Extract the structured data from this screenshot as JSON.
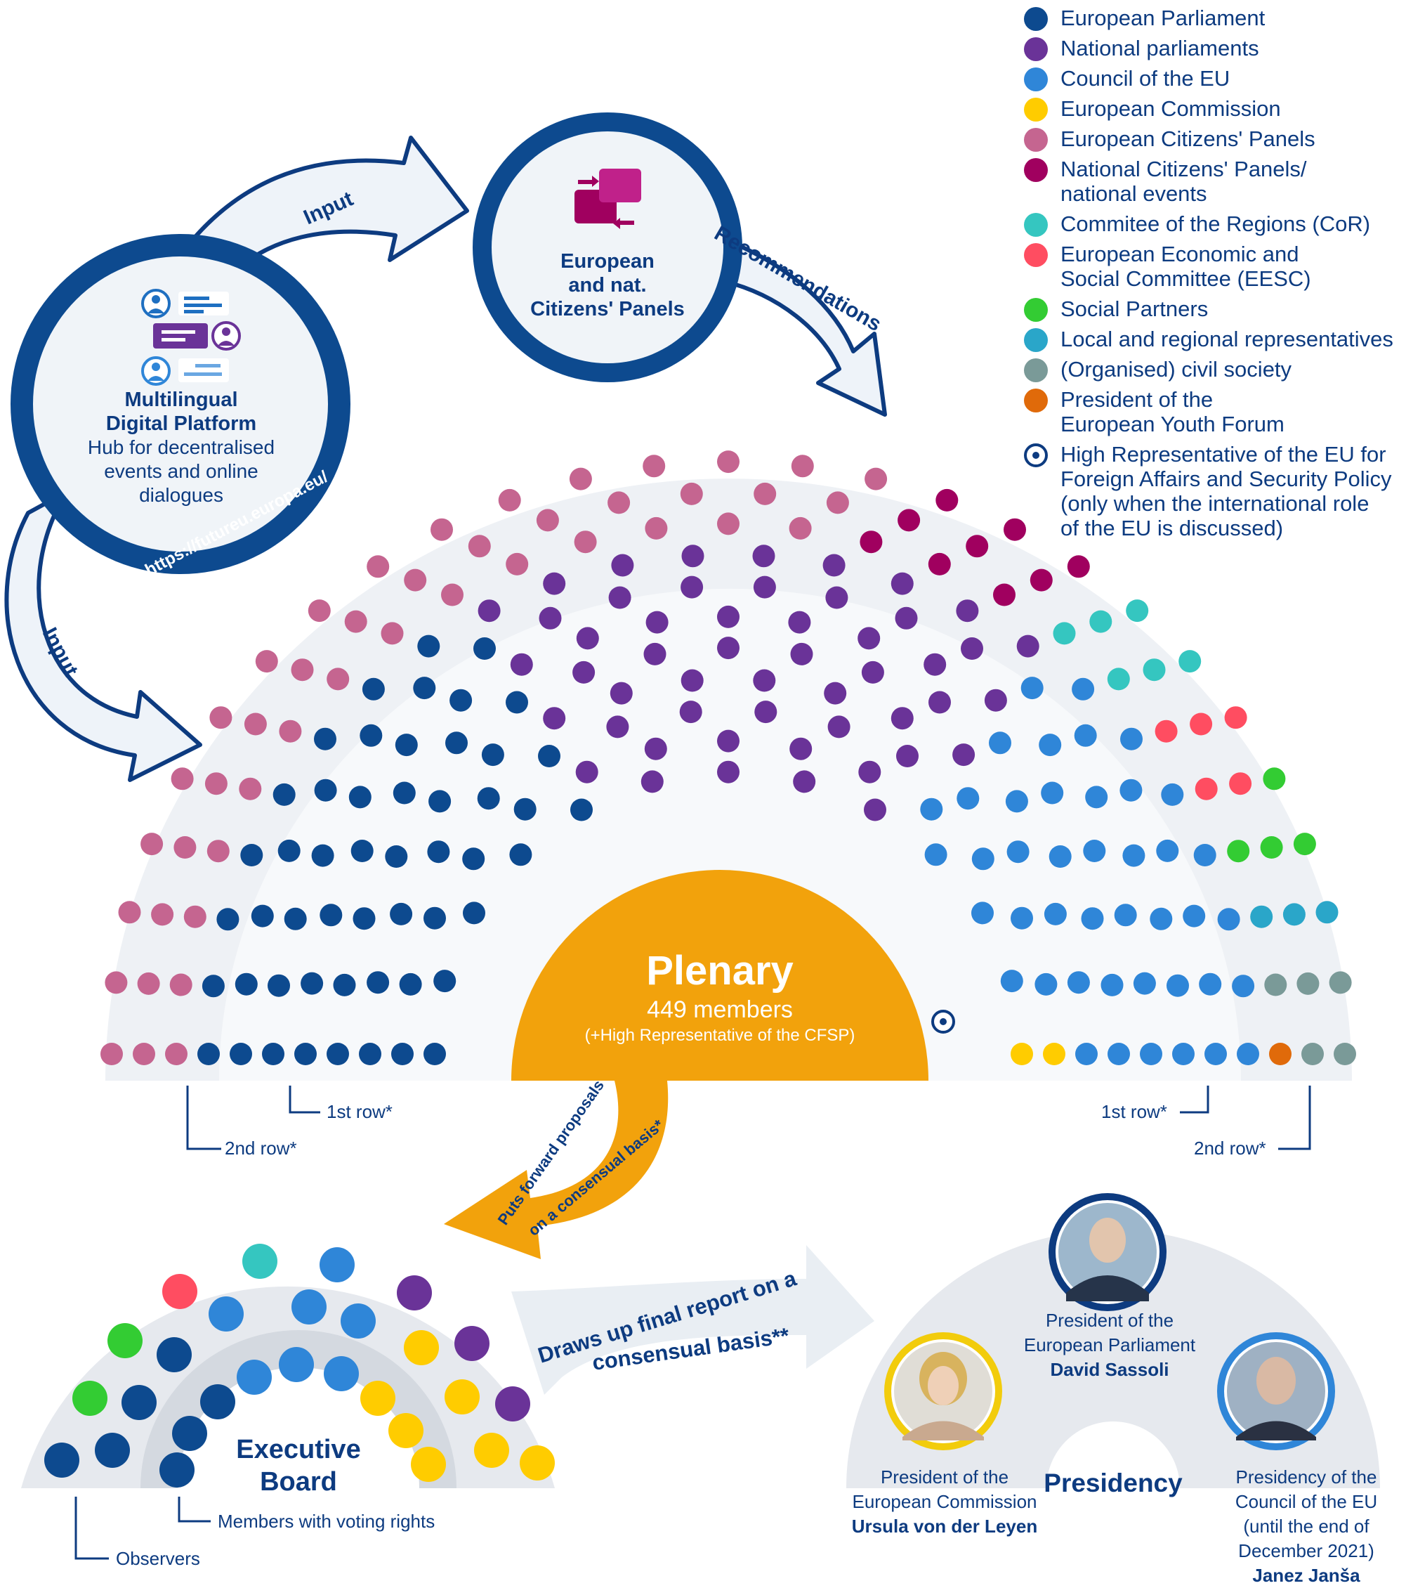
{
  "legend": [
    {
      "label": "European Parliament",
      "color": "#0d4a8f"
    },
    {
      "label": "National parliaments",
      "color": "#6a3398"
    },
    {
      "label": "Council of the EU",
      "color": "#2f86d8"
    },
    {
      "label": "European Commission",
      "color": "#ffcc00"
    },
    {
      "label": "European Citizens' Panels",
      "color": "#c56590"
    },
    {
      "label": "National Citizens' Panels/\nnational events",
      "color": "#a0005f"
    },
    {
      "label": "Commitee of the Regions (CoR)",
      "color": "#35c6c0"
    },
    {
      "label": "European Economic and\nSocial Committee (EESC)",
      "color": "#ff4d61"
    },
    {
      "label": "Social Partners",
      "color": "#33cc33"
    },
    {
      "label": "Local and regional representatives",
      "color": "#2aa6c9"
    },
    {
      "label": "(Organised) civil society",
      "color": "#7a9a98"
    },
    {
      "label": "President of the\nEuropean Youth Forum",
      "color": "#e06a0a"
    },
    {
      "label": "High Representative of the EU for\nForeign Affairs and Security Policy\n(only when the international role\nof the EU is discussed)",
      "color": "#0d3b80",
      "icon": "ring"
    }
  ],
  "platform": {
    "title_line1": "Multilingual",
    "title_line2": "Digital Platform",
    "sub_line1": "Hub for decentralised",
    "sub_line2": "events and online",
    "sub_line3": "dialogues",
    "url": "https://futureu.europa.eu/"
  },
  "panels": {
    "line1": "European",
    "line2": "and nat.",
    "line3": "Citizens' Panels"
  },
  "arrows": {
    "input_top": "Input",
    "input_left": "Input",
    "recommendations": "Recommendations",
    "proposals_line1": "Puts forward proposals",
    "proposals_line2": "on a consensual basis*",
    "report_line1": "Draws up final report on a",
    "report_line2": "consensual basis**"
  },
  "plenary": {
    "title": "Plenary",
    "members": "449 members",
    "note": "(+High Representative of the CFSP)",
    "row1_left": "1st row*",
    "row2_left": "2nd row*",
    "row1_right": "1st row*",
    "row2_right": "2nd row*"
  },
  "board": {
    "title_line1": "Executive",
    "title_line2": "Board",
    "voting": "Members with voting rights",
    "observers": "Observers"
  },
  "presidency": {
    "title": "Presidency",
    "ep_role_line1": "President of the",
    "ep_role_line2": "European Parliament",
    "ep_name": "David Sassoli",
    "ec_role_line1": "President of the",
    "ec_role_line2": "European Commission",
    "ec_name": "Ursula von der Leyen",
    "council_line1": "Presidency of the",
    "council_line2": "Council of the EU",
    "council_line3": "(until the end of",
    "council_line4": "December 2021)",
    "council_name": "Janez Janša"
  },
  "colors": {
    "navy": "#0d3b80",
    "orange": "#f2a20c",
    "light_gray": "#e6e9ee"
  }
}
